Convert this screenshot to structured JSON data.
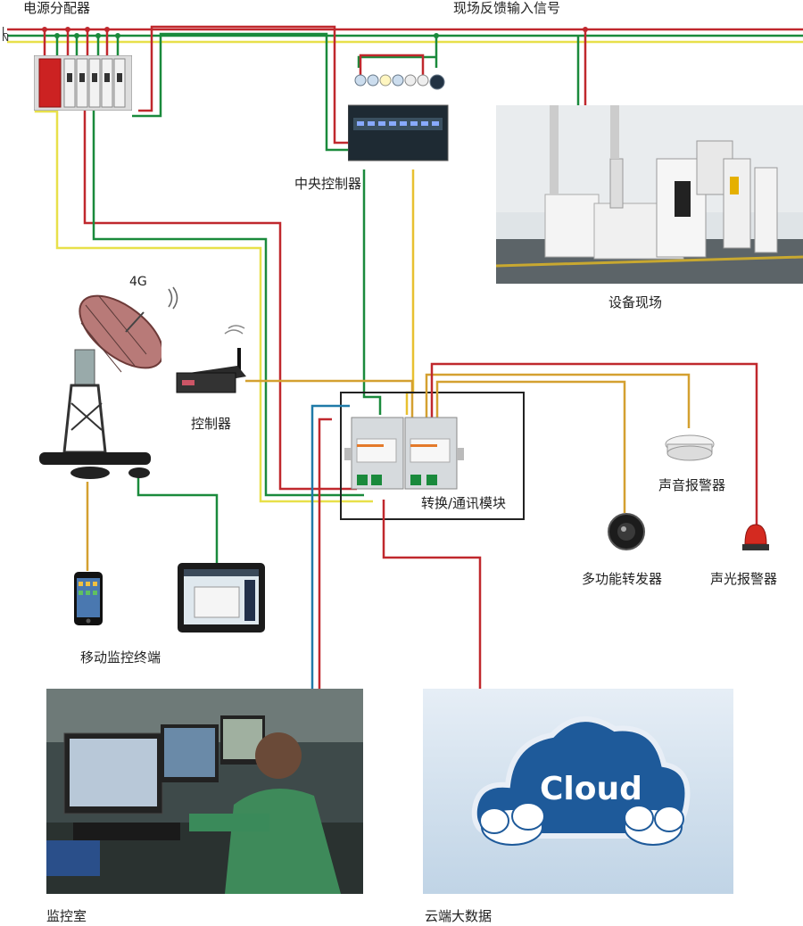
{
  "labels": {
    "power_distributor": "电源分配器",
    "field_feedback": "现场反馈输入信号",
    "central_controller": "中央控制器",
    "equipment_site": "设备现场",
    "signal_4g": "4G",
    "controller": "控制器",
    "converter_module": "转换/通讯模块",
    "sound_alarm": "声音报警器",
    "multi_repeater": "多功能转发器",
    "light_sound_alarm": "声光报警器",
    "mobile_terminal": "移动监控终端",
    "monitor_room": "监控室",
    "cloud_bigdata": "云端大数据",
    "cloud_word": "Cloud"
  },
  "colors": {
    "red_wire": "#c0282d",
    "green_wire": "#1a8a3c",
    "yellow_wire": "#e8e04a",
    "orange_wire": "#d4a030",
    "blue_wire": "#1f7aa8",
    "cloud_bg": "#c8dcec",
    "cloud_fill": "#1e5a9a"
  },
  "icons": [
    "satellite-dish-icon",
    "wifi-signal-icon",
    "tablet-icon",
    "smartphone-icon",
    "smoke-alarm-icon",
    "camera-icon",
    "strobe-alarm-icon",
    "cloud-icon"
  ]
}
